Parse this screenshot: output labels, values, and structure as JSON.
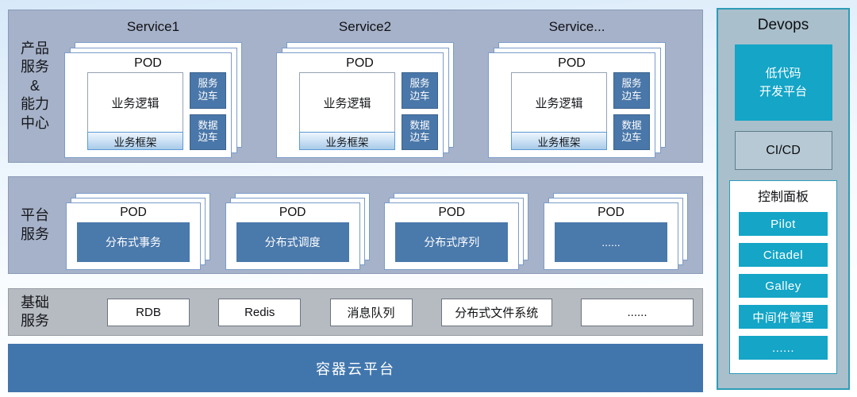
{
  "colors": {
    "band_blue": "#a6b2c9",
    "band_gray": "#b6bac1",
    "bar_blue": "#4176ad",
    "steel_blue": "#4a77a9",
    "accent_cyan": "#14a5c7",
    "devops_border_teal": "#2d9cb8",
    "card_border_blue": "#7b9cc9"
  },
  "product_band": {
    "label_lines": [
      "产品",
      "服务",
      "&",
      "能力",
      "中心"
    ],
    "services": [
      {
        "title": "Service1",
        "pod_title": "POD",
        "logic_label": "业务逻辑",
        "framework_label": "业务框架",
        "sidecars": [
          {
            "line1": "服务",
            "line2": "边车"
          },
          {
            "line1": "数据",
            "line2": "边车"
          }
        ]
      },
      {
        "title": "Service2",
        "pod_title": "POD",
        "logic_label": "业务逻辑",
        "framework_label": "业务框架",
        "sidecars": [
          {
            "line1": "服务",
            "line2": "边车"
          },
          {
            "line1": "数据",
            "line2": "边车"
          }
        ]
      },
      {
        "title": "Service...",
        "pod_title": "POD",
        "logic_label": "业务逻辑",
        "framework_label": "业务框架",
        "sidecars": [
          {
            "line1": "服务",
            "line2": "边车"
          },
          {
            "line1": "数据",
            "line2": "边车"
          }
        ]
      }
    ]
  },
  "platform_band": {
    "label_lines": [
      "平台",
      "服务"
    ],
    "pods": [
      {
        "pod_title": "POD",
        "service_label": "分布式事务"
      },
      {
        "pod_title": "POD",
        "service_label": "分布式调度"
      },
      {
        "pod_title": "POD",
        "service_label": "分布式序列"
      },
      {
        "pod_title": "POD",
        "service_label": "......"
      }
    ]
  },
  "base_band": {
    "label_lines": [
      "基础",
      "服务"
    ],
    "items": [
      "RDB",
      "Redis",
      "消息队列",
      "分布式文件系统",
      "......"
    ]
  },
  "container_bar": {
    "label": "容器云平台"
  },
  "devops": {
    "title": "Devops",
    "lowcode_lines": [
      "低代码",
      "开发平台"
    ],
    "cicd_label": "CI/CD",
    "control_panel": {
      "title": "控制面板",
      "items": [
        "Pilot",
        "Citadel",
        "Galley",
        "中间件管理",
        "......"
      ]
    }
  }
}
